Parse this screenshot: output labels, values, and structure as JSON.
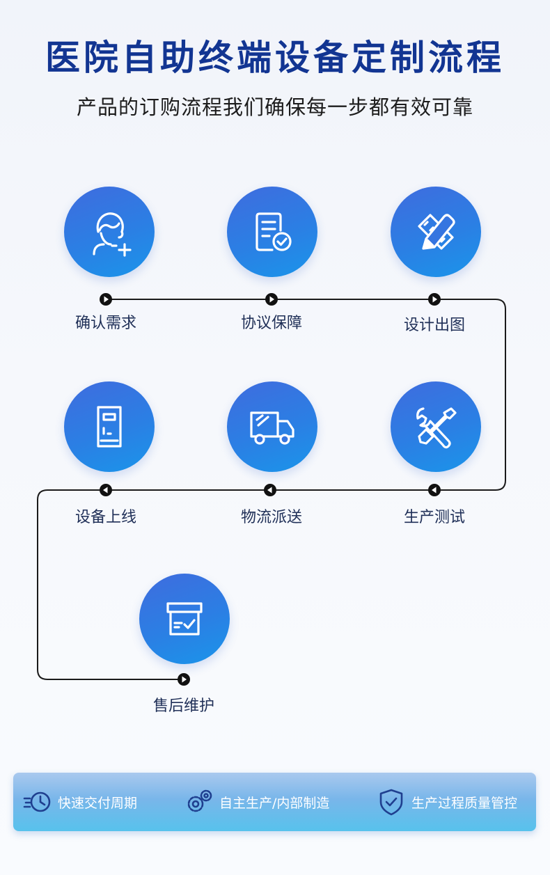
{
  "header": {
    "title": "医院自助终端设备定制流程",
    "subtitle": "产品的订购流程我们确保每一步都有效可靠"
  },
  "steps": [
    {
      "label": "确认需求",
      "icon": "customer-service-headset-icon"
    },
    {
      "label": "协议保障",
      "icon": "document-check-icon"
    },
    {
      "label": "设计出图",
      "icon": "pencil-ruler-icon"
    },
    {
      "label": "生产测试",
      "icon": "wrench-screwdriver-icon"
    },
    {
      "label": "物流派送",
      "icon": "delivery-truck-icon"
    },
    {
      "label": "设备上线",
      "icon": "kiosk-terminal-icon"
    },
    {
      "label": "售后维护",
      "icon": "box-check-icon"
    }
  ],
  "features": [
    {
      "label": "快速交付周期",
      "icon": "fast-clock-icon"
    },
    {
      "label": "自主生产/内部制造",
      "icon": "gears-icon"
    },
    {
      "label": "生产过程质量管控",
      "icon": "shield-check-icon"
    }
  ],
  "colors": {
    "title": "#123592",
    "circle_gradient_start": "#3f6cde",
    "circle_gradient_end": "#1a95ea",
    "flow_line": "#1a1a1a",
    "label": "#1f2f57",
    "feature_bar": "#79b6ea"
  }
}
